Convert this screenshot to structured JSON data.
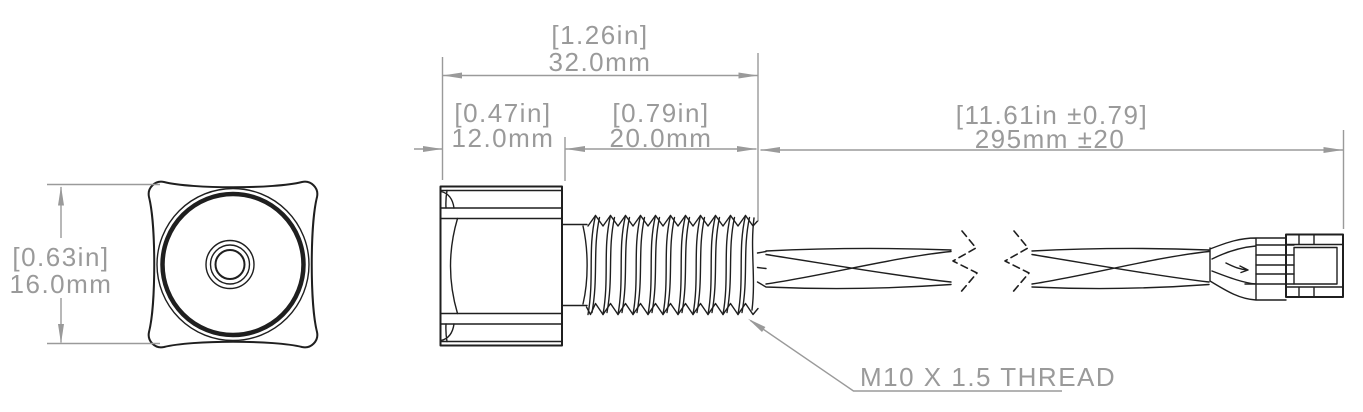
{
  "labels": {
    "overall_width": {
      "imperial": "[1.26in]",
      "metric": "32.0mm"
    },
    "head_width": {
      "imperial": "[0.47in]",
      "metric": "12.0mm"
    },
    "thread_length": {
      "imperial": "[0.79in]",
      "metric": "20.0mm"
    },
    "cable_length": {
      "imperial": "[11.61in ±0.79]",
      "metric": "295mm ±20"
    },
    "body_height": {
      "imperial": "[0.63in]",
      "metric": "16.0mm"
    },
    "thread_spec": "M10 X 1.5 THREAD"
  },
  "colors": {
    "part_line": "#1f1f1f",
    "dimension": "#9a9a9a",
    "background": "#ffffff"
  }
}
